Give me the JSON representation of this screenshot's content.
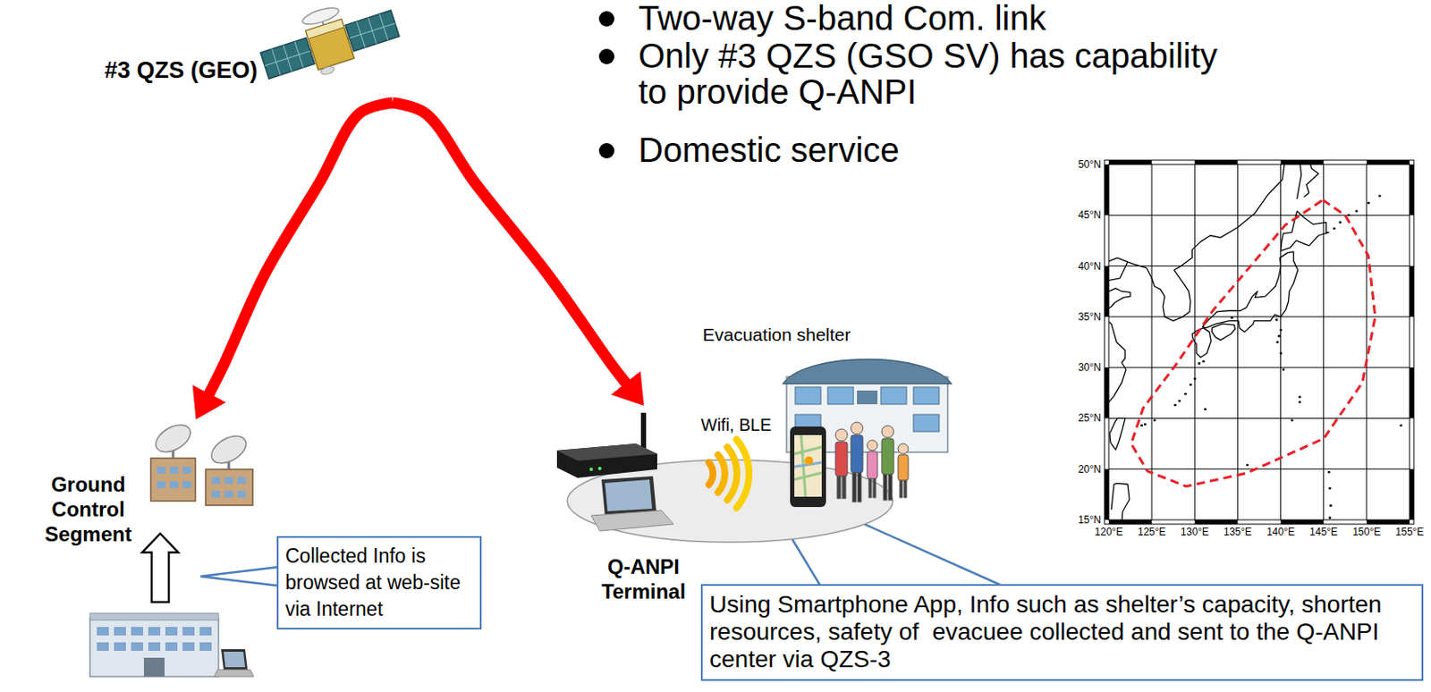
{
  "diagram": {
    "nodes": [
      {
        "text": [
          "#3 QZS (GEO)"
        ]
      },
      {
        "text": [
          "Ground Control Segment"
        ]
      },
      {
        "text": [
          "Q-ANPI Terminal"
        ]
      },
      {
        "text": [
          "Evacuation shelter"
        ]
      },
      {
        "text": [
          "Collected Info is browsed at web-site via Internet"
        ]
      },
      {
        "text": [
          "Using Smartphone App, Info such as shelter’s capacity, shorten resources, safety of  evacuee collected and sent to the Q-ANPI center via QZS-3"
        ]
      }
    ],
    "edges": [
      {
        "from": 0,
        "to": 1,
        "arrow": "to"
      },
      {
        "from": 0,
        "to": 2,
        "arrow": "to"
      }
    ],
    "labels": [
      "Two-way S-band Com. link",
      "Only #3 QZS (GSO SV) has capability to provide Q-ANPI",
      "Domestic service",
      "Wifi, BLE",
      "50°N",
      "45°N",
      "40°N",
      "35°N",
      "30°N",
      "25°N",
      "20°N",
      "15°N",
      "120°E",
      "125°E",
      "130°E",
      "135°E",
      "140°E",
      "145°E",
      "150°E",
      "155°E"
    ]
  }
}
